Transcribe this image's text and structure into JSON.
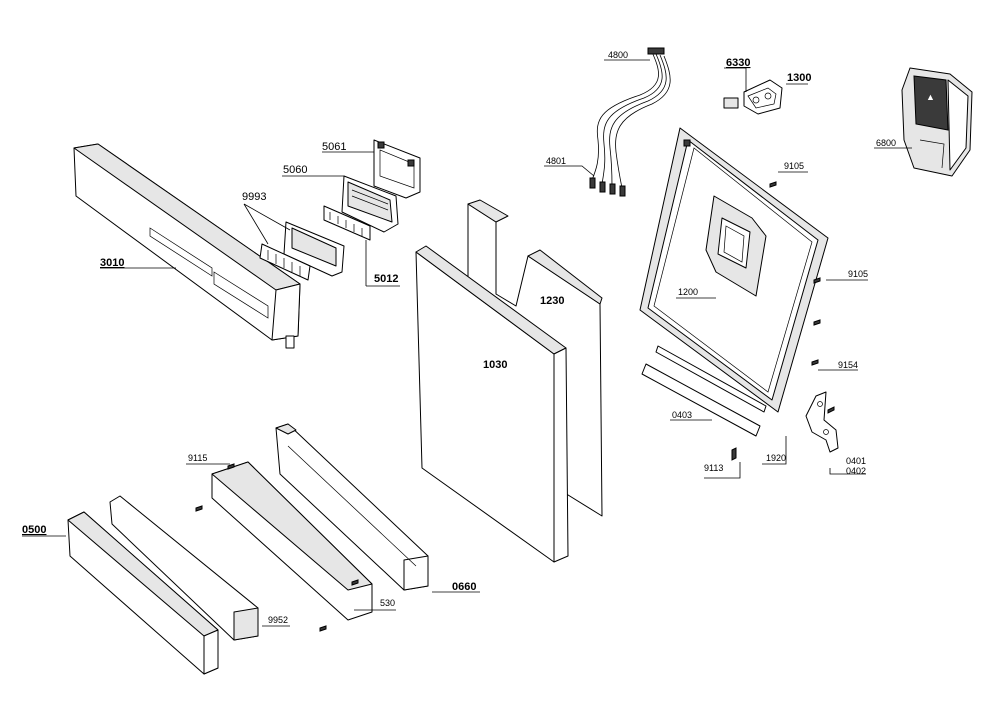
{
  "diagram": {
    "labels": {
      "p4800": "4800",
      "p6330": "6330",
      "p1300": "1300",
      "p6800": "6800",
      "p4801": "4801",
      "p9105a": "9105",
      "p9105b": "9105",
      "p5061": "5061",
      "p5060": "5060",
      "p9993": "9993",
      "p3010": "3010",
      "p5012": "5012",
      "p1230": "1230",
      "p1200": "1200",
      "p1030": "1030",
      "p9154": "9154",
      "p0403": "0403",
      "p9113": "9113",
      "p1920": "1920",
      "p0401": "0401",
      "p0402": "0402",
      "p9115": "9115",
      "p0500": "0500",
      "p530": "530",
      "p0660": "0660",
      "p9952": "9952"
    }
  }
}
